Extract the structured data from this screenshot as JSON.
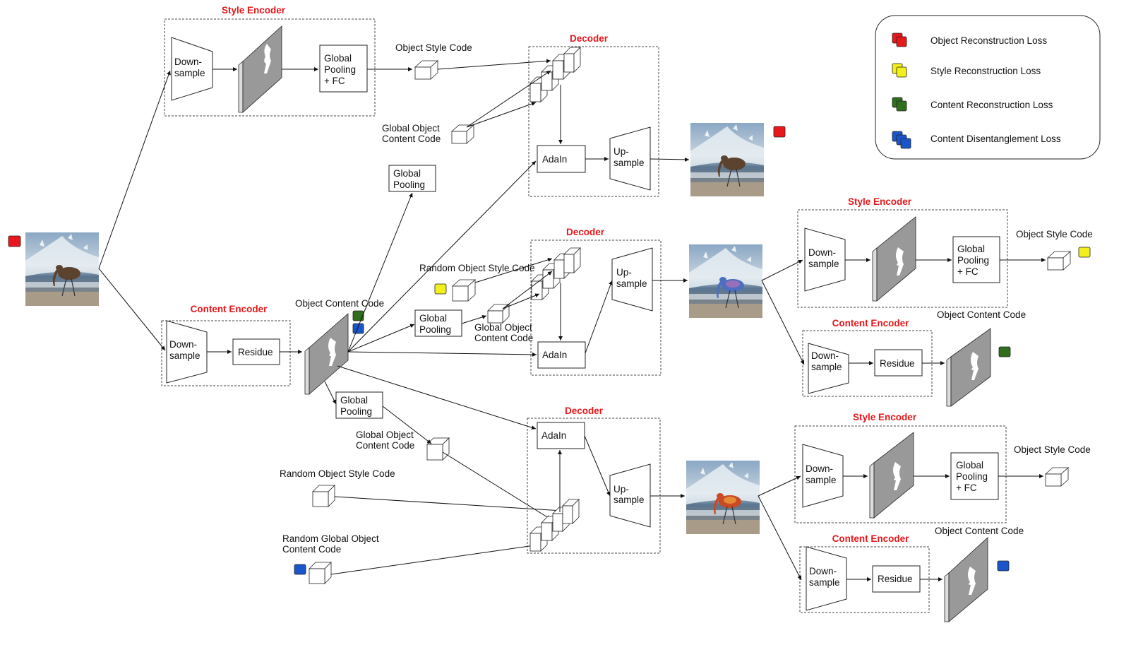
{
  "colors": {
    "object_reconstruction": "#e8171b",
    "style_reconstruction": "#f2ef1a",
    "content_reconstruction": "#2f6e1d",
    "content_disentanglement": "#1a55c9",
    "title_red": "#e8171b"
  },
  "legend": {
    "object_reconstruction": "Object Reconstruction Loss",
    "style_reconstruction": "Style Reconstruction Loss",
    "content_reconstruction": "Content Reconstruction Loss",
    "content_disentanglement": "Content Disentanglement Loss"
  },
  "titles": {
    "style_encoder": "Style Encoder",
    "content_encoder": "Content Encoder",
    "decoder": "Decoder"
  },
  "blocks": {
    "down_1": "Down-",
    "down_2": "sample",
    "up_1": "Up-",
    "up_2": "sample",
    "gp_fc_1": "Global",
    "gp_fc_2": "Pooling",
    "gp_fc_3": "+ FC",
    "gp_1": "Global",
    "gp_2": "Pooling",
    "residue": "Residue",
    "adain": "AdaIn"
  },
  "labels": {
    "object_style_code": "Object Style Code",
    "object_content_code": "Object Content Code",
    "global_object_1": "Global Object",
    "global_object_2": "Content Code",
    "random_object_style_code": "Random Object Style Code",
    "random_global_1": "Random Global Object",
    "random_global_2": "Content Code"
  },
  "images": {
    "input": "bird-input-image",
    "recon": "bird-reconstructed-image",
    "blue": "bird-blue-style-image",
    "orange": "bird-orange-style-image"
  }
}
